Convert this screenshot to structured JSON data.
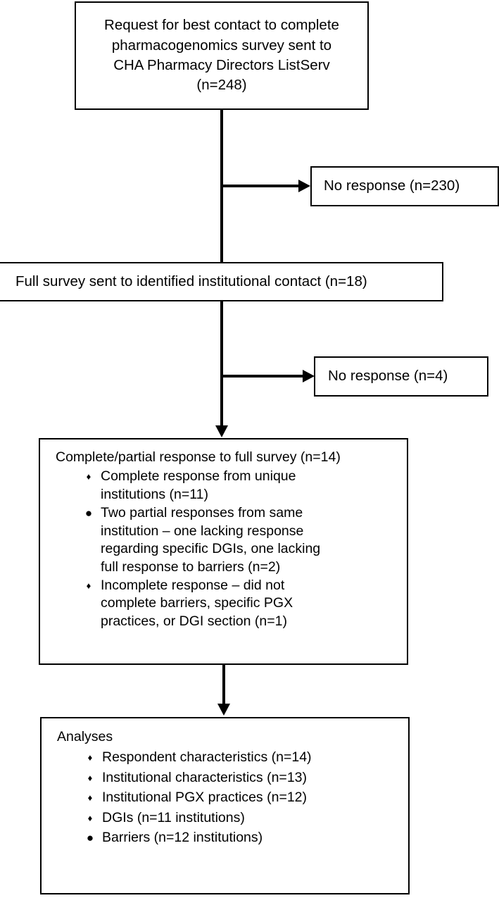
{
  "diagram": {
    "type": "flowchart",
    "title": "Survey response flow diagram",
    "nodes": {
      "request": {
        "text": "Request for best contact to complete\npharmacogenomics survey sent to\nCHA Pharmacy Directors ListServ\n(n=248)"
      },
      "no_response_1": {
        "text": "No response (n=230)"
      },
      "full_survey": {
        "text": "Full survey sent to identified institutional contact (n=18)"
      },
      "no_response_2": {
        "text": "No response (n=4)"
      },
      "partial": {
        "heading": "Complete/partial response to full survey (n=14)",
        "bullets": [
          {
            "marker": "diamond",
            "text": "Complete response from unique\ninstitutions (n=11)"
          },
          {
            "marker": "disc",
            "text": "Two partial responses from same\ninstitution – one lacking response\nregarding specific DGIs, one lacking\nfull response to barriers (n=2)"
          },
          {
            "marker": "diamond",
            "text": "Incomplete response – did not\ncomplete barriers, specific PGX\npractices, or DGI section (n=1)"
          }
        ]
      },
      "analyses": {
        "heading": "Analyses",
        "bullets": [
          {
            "marker": "diamond",
            "text": "Respondent characteristics (n=14)"
          },
          {
            "marker": "diamond",
            "text": "Institutional characteristics (n=13)"
          },
          {
            "marker": "diamond",
            "text": "Institutional PGX practices (n=12)"
          },
          {
            "marker": "diamond",
            "text": "DGIs (n=11 institutions)"
          },
          {
            "marker": "disc",
            "text": "Barriers (n=12 institutions)"
          }
        ]
      }
    },
    "markers": {
      "diamond": "♦",
      "disc": "●"
    },
    "colors": {
      "stroke": "#000000",
      "fill": "#ffffff",
      "text": "#000000"
    }
  }
}
